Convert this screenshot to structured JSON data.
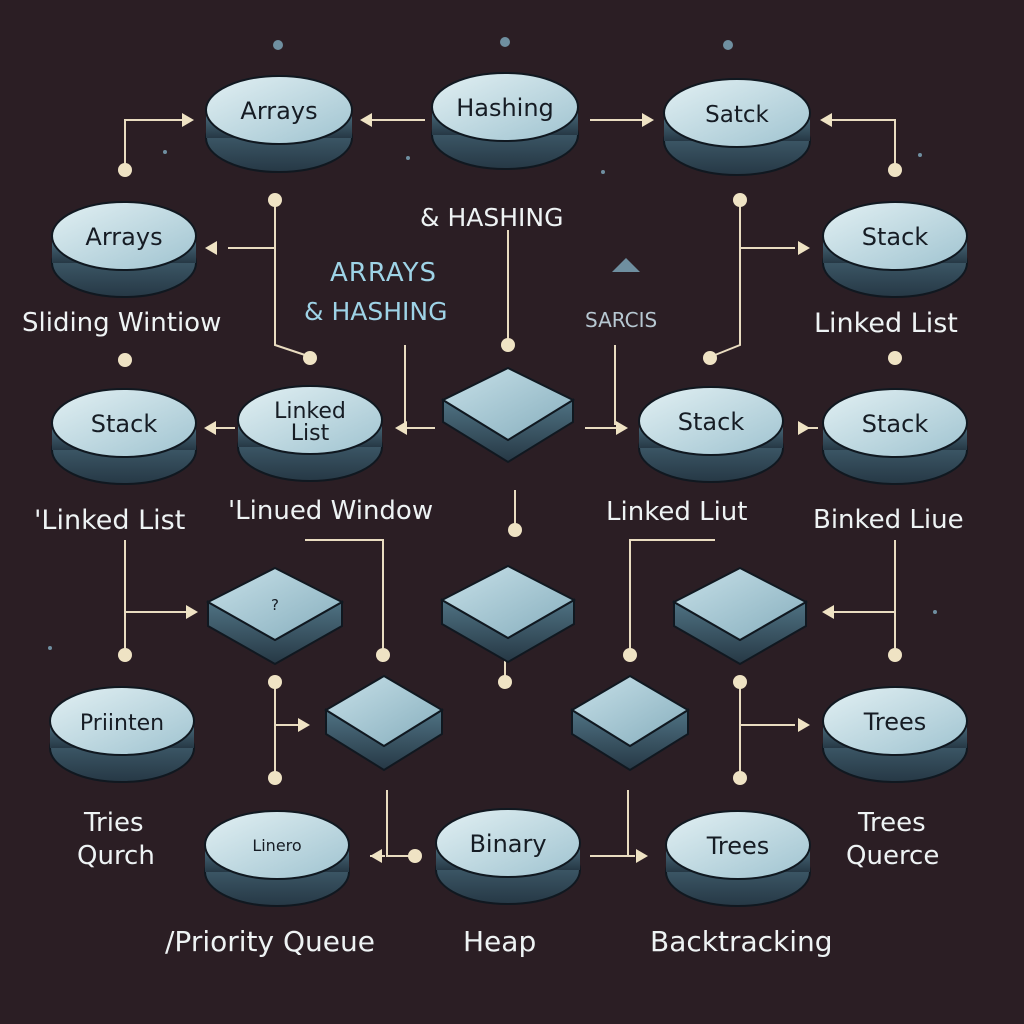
{
  "colors": {
    "background": "#2b1e24",
    "node_top": "#c9e2ea",
    "node_side": "#3e5a68",
    "line": "#e9dcc0",
    "text_dark": "#161c24",
    "text_light": "#eef3f4",
    "text_cyan": "#9ed3e6"
  },
  "nodes": [
    {
      "id": "n-arrays-top",
      "label": "Arrays"
    },
    {
      "id": "n-hashing-top",
      "label": "Hashing"
    },
    {
      "id": "n-satck-top",
      "label": "Satck"
    },
    {
      "id": "n-arrays-left",
      "label": "Arrays"
    },
    {
      "id": "n-stack-right",
      "label": "Stack"
    },
    {
      "id": "n-stack-left",
      "label": "Stack"
    },
    {
      "id": "n-linked-list-center",
      "label": "Linked List"
    },
    {
      "id": "n-stack-center",
      "label": "Stack"
    },
    {
      "id": "n-stack-right-2",
      "label": "Stack"
    },
    {
      "id": "n-diamond-center-top",
      "label": ""
    },
    {
      "id": "n-diamond-left-mid",
      "label": "?"
    },
    {
      "id": "n-diamond-center-mid",
      "label": ""
    },
    {
      "id": "n-diamond-right-mid",
      "label": ""
    },
    {
      "id": "n-diamond-left-low",
      "label": ""
    },
    {
      "id": "n-diamond-right-low",
      "label": ""
    },
    {
      "id": "n-printen",
      "label": "Priinten"
    },
    {
      "id": "n-trees-right",
      "label": "Trees"
    },
    {
      "id": "n-linero",
      "label": "Linero"
    },
    {
      "id": "n-binary",
      "label": "Binary"
    },
    {
      "id": "n-trees-bottom",
      "label": "Trees"
    }
  ],
  "labels": {
    "hashing_caption": "& HASHING",
    "arrays_hashing_line1": "ARRAYS",
    "arrays_hashing_line2": "& HASHING",
    "sarcis": "SARCIS",
    "sliding_window": "Sliding Wintiow",
    "linked_list_right_top": "Linked List",
    "linked_list_left": "'Linked List",
    "linked_window": "'Linued Window",
    "linked_list_center": "Linked Liut",
    "binked_liue": "Binked Liue",
    "tries_line1": "Tries",
    "tries_line2": "Qurch",
    "trees_line1": "Trees",
    "trees_line2": "Querce",
    "priority_queue": "/Priority Queue",
    "heap": "Heap",
    "backtracking": "Backtracking"
  }
}
